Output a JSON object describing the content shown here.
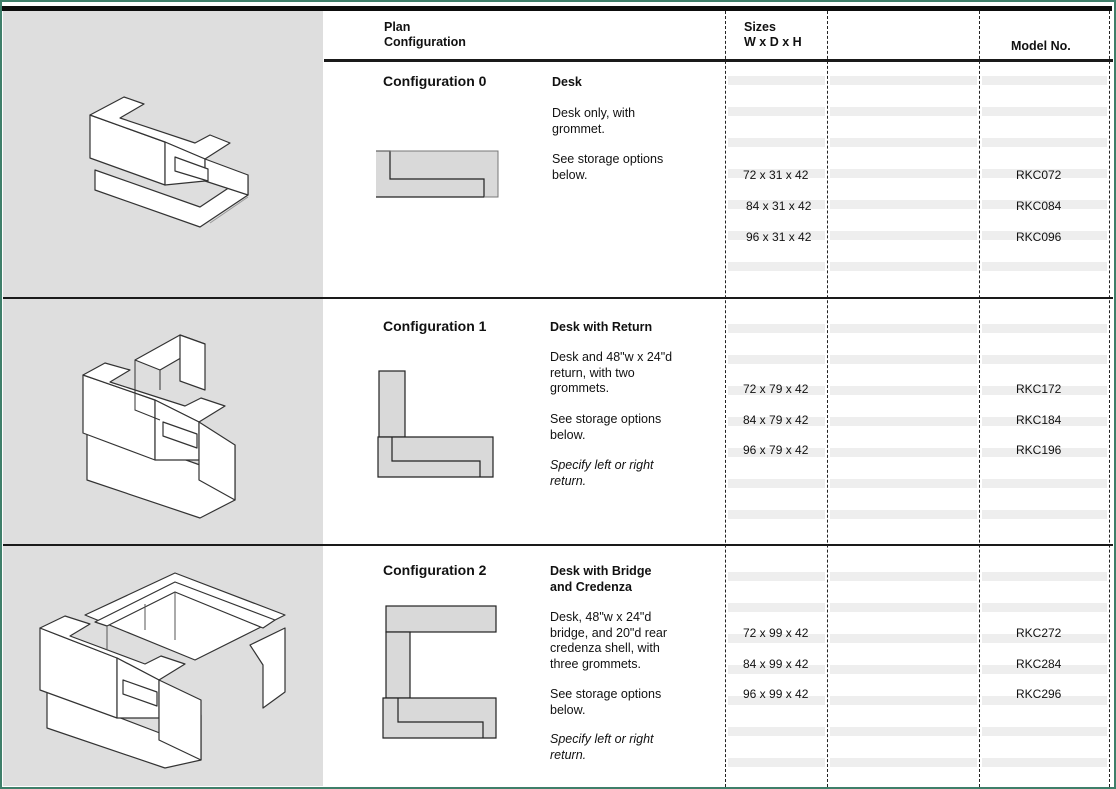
{
  "headers": {
    "plan": "Plan\nConfiguration",
    "sizes": "Sizes\nW x D x H",
    "model": "Model No."
  },
  "configs": [
    {
      "title": "Configuration 0",
      "name": "Desk",
      "desc1": "Desk only, with\ngrommet.",
      "desc2": "See storage options\nbelow.",
      "sizes": [
        "72 x 31 x 42",
        "84 x 31 x 42",
        "96 x 31 x 42"
      ],
      "models": [
        "RKC072",
        "RKC084",
        "RKC096"
      ]
    },
    {
      "title": "Configuration 1",
      "name": "Desk with Return",
      "desc1": "Desk and 48\"w x 24\"d\nreturn, with two\ngrommets.",
      "desc2": "See storage options\nbelow.",
      "note": "Specify left or right\nreturn.",
      "sizes": [
        "72 x 79 x 42",
        "84 x 79 x 42",
        "96 x 79 x 42"
      ],
      "models": [
        "RKC172",
        "RKC184",
        "RKC196"
      ]
    },
    {
      "title": "Configuration 2",
      "name": "Desk with Bridge\nand Credenza",
      "desc1": "Desk, 48\"w x 24\"d\nbridge, and 20\"d rear\ncredenza shell, with\nthree grommets.",
      "desc2": "See storage options\nbelow.",
      "note": "Specify left or right\nreturn.",
      "sizes": [
        "72 x 99 x 42",
        "84 x 99 x 42",
        "96 x 99 x 42"
      ],
      "models": [
        "RKC272",
        "RKC284",
        "RKC296"
      ]
    }
  ]
}
